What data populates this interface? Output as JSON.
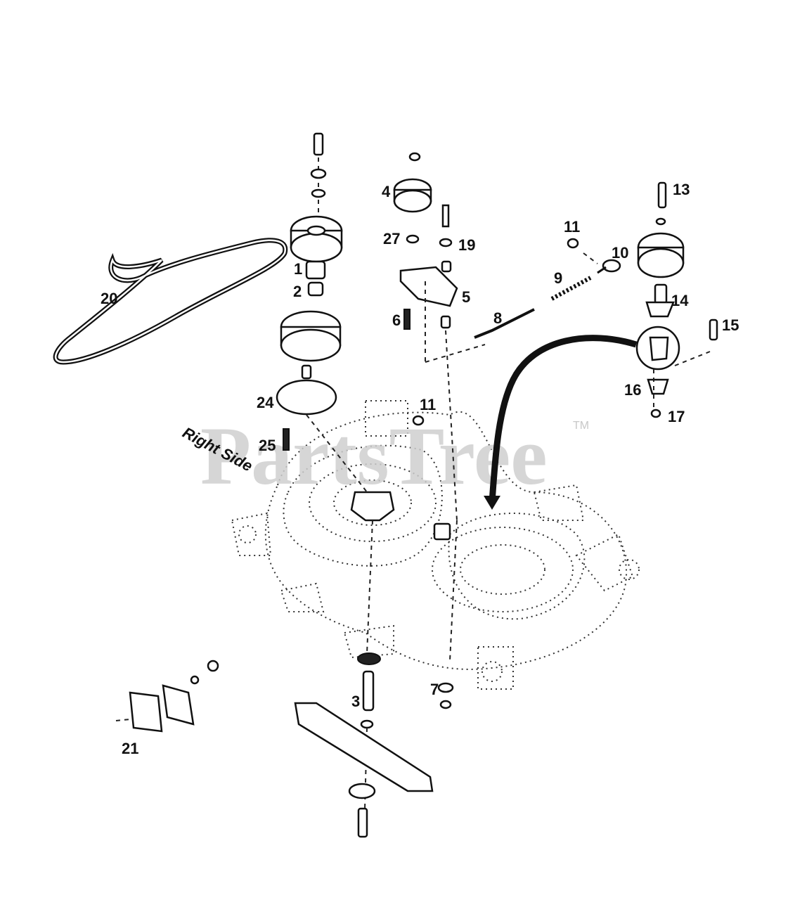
{
  "watermark": {
    "text": "PartsTree",
    "trademark": "TM"
  },
  "side_label": "Right Side",
  "part_labels": [
    "1",
    "2",
    "3",
    "4",
    "5",
    "6",
    "7",
    "8",
    "9",
    "10",
    "11",
    "11",
    "13",
    "14",
    "15",
    "16",
    "17",
    "19",
    "20",
    "21",
    "24",
    "25",
    "27"
  ],
  "colors": {
    "line": "#111111",
    "watermark": "#cfcfcf",
    "background": "#ffffff"
  }
}
